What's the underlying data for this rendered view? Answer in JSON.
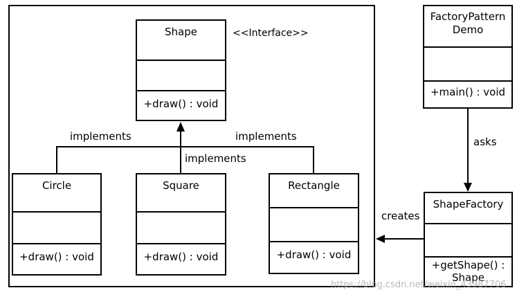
{
  "diagram": {
    "classes": {
      "shape": {
        "name": "Shape",
        "stereotype": "<<Interface>>",
        "operation": "+draw() : void"
      },
      "circle": {
        "name": "Circle",
        "operation": "+draw() : void"
      },
      "square": {
        "name": "Square",
        "operation": "+draw() : void"
      },
      "rectangle": {
        "name": "Rectangle",
        "operation": "+draw() : void"
      },
      "demo": {
        "name_line1": "FactoryPattern",
        "name_line2": "Demo",
        "operation": "+main() : void"
      },
      "factory": {
        "name": "ShapeFactory",
        "operation_line1": "+getShape() :",
        "operation_line2": "Shape"
      }
    },
    "relations": {
      "implements_left": "implements",
      "implements_center": "implements",
      "implements_right": "implements",
      "asks": "asks",
      "creates": "creates"
    }
  },
  "watermark": "https://blog.csdn.net/weixin_43987706"
}
